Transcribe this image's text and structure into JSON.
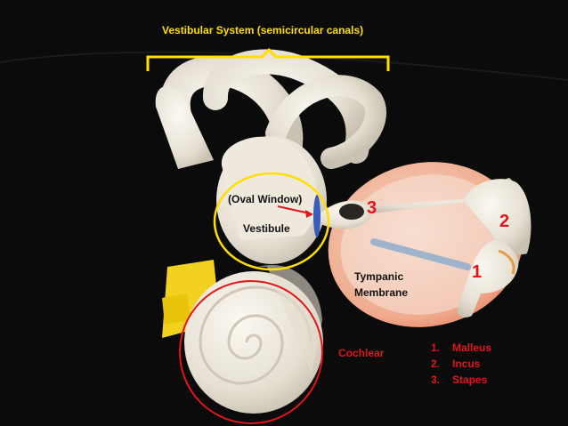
{
  "labels": {
    "vestibular_system": "Vestibular System (semicircular canals)",
    "oval_window": "(Oval Window)",
    "vestibule": "Vestibule",
    "tympanic_line1": "Tympanic",
    "tympanic_line2": "Membrane",
    "cochlear": "Cochlear"
  },
  "numbers": {
    "malleus": "1",
    "incus": "2",
    "stapes": "3"
  },
  "legend": [
    {
      "index": "1.",
      "name": "Malleus"
    },
    {
      "index": "2.",
      "name": "Incus"
    },
    {
      "index": "3.",
      "name": "Stapes"
    }
  ],
  "colors": {
    "yellow": "#ffde00",
    "red": "#e0161c",
    "model_white": "#ece7dc",
    "membrane_orange": "#ee9a7e",
    "oval_window_blue": "#3b5fb8",
    "background": "#0a0a0a"
  }
}
